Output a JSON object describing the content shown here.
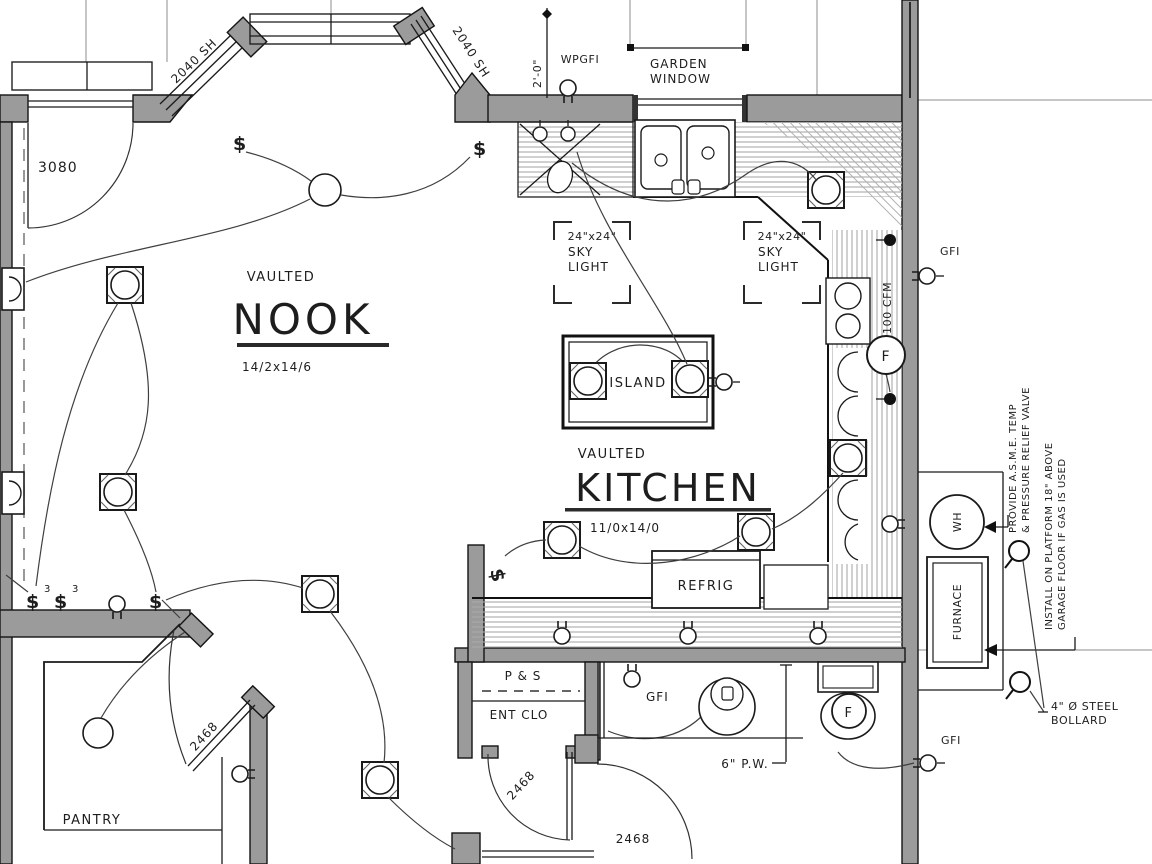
{
  "rooms": {
    "nook": {
      "qualifier": "VAULTED",
      "name": "NOOK",
      "dimensions": "14/2x14/6"
    },
    "kitchen": {
      "qualifier": "VAULTED",
      "name": "KITCHEN",
      "dimensions": "11/0x14/0"
    },
    "pantry": {
      "name": "PANTRY"
    },
    "entry_closet": {
      "name": "ENT CLO",
      "shelf": "P & S"
    },
    "island": {
      "name": "ISLAND"
    },
    "refrigerator": {
      "name": "REFRIG"
    }
  },
  "openings": {
    "door_3080": "3080",
    "door_2468": "2468",
    "window_2040sh": "2040 SH",
    "garden_window_line1": "GARDEN",
    "garden_window_line2": "WINDOW",
    "skylight_size": "24\"x24\"",
    "skylight_line1": "SKY",
    "skylight_line2": "LIGHT"
  },
  "electrical": {
    "gfi": "GFI",
    "wpgfi": "WPGFI",
    "fan_letter": "F",
    "fan_cfm": "100 CFM",
    "switch_symbol": "$",
    "three_way": "3"
  },
  "equipment": {
    "water_heater": "WH",
    "furnace": "FURNACE"
  },
  "dimensions": {
    "bay_depth": "2'-0\"",
    "plumbing_wall": "6\" P.W."
  },
  "notes": {
    "relief_valve_line1": "PROVIDE A.S.M.E. TEMP",
    "relief_valve_line2": "& PRESSURE RELIEF VALVE",
    "platform_line1": "INSTALL ON PLATFORM 18\" ABOVE",
    "platform_line2": "GARAGE FLOOR IF GAS IS USED",
    "bollard_line1": "4\" Ø STEEL",
    "bollard_line2": "BOLLARD"
  },
  "colors": {
    "wall_fill": "#9b9b9b",
    "line": "#1a1a1a",
    "background": "#ffffff"
  }
}
